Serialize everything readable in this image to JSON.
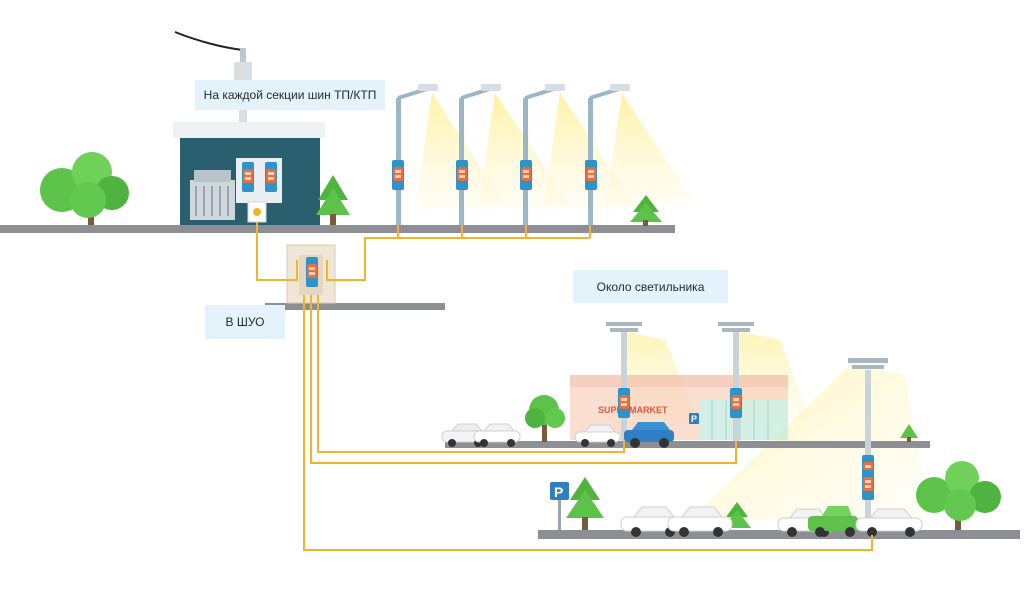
{
  "labels": {
    "tp_bus": "На каждой секции шин ТП/КТП",
    "shuo": "В ШУО",
    "near_lamp": "Около светильника"
  },
  "signs": {
    "parking": "P",
    "supermarket": "SUPERMARKET"
  },
  "colors": {
    "ground": "#8d8f95",
    "cable": "#f1b52c",
    "substation": "#2a5f6f",
    "light_beam": "#fff4b8",
    "pole": "#9bb6c6",
    "device_orange": "#ef6b3a",
    "device_blue": "#2d93c8",
    "tree": "#5cc24a",
    "label_bg": "#e3f2fb",
    "parking_sign": "#2f7fc1"
  },
  "icons": [
    "substation-icon",
    "street-lamp-icon",
    "floodlight-mast-icon",
    "tree-icon",
    "car-icon",
    "parking-sign-icon",
    "surge-protector-icon",
    "cabinet-icon"
  ]
}
